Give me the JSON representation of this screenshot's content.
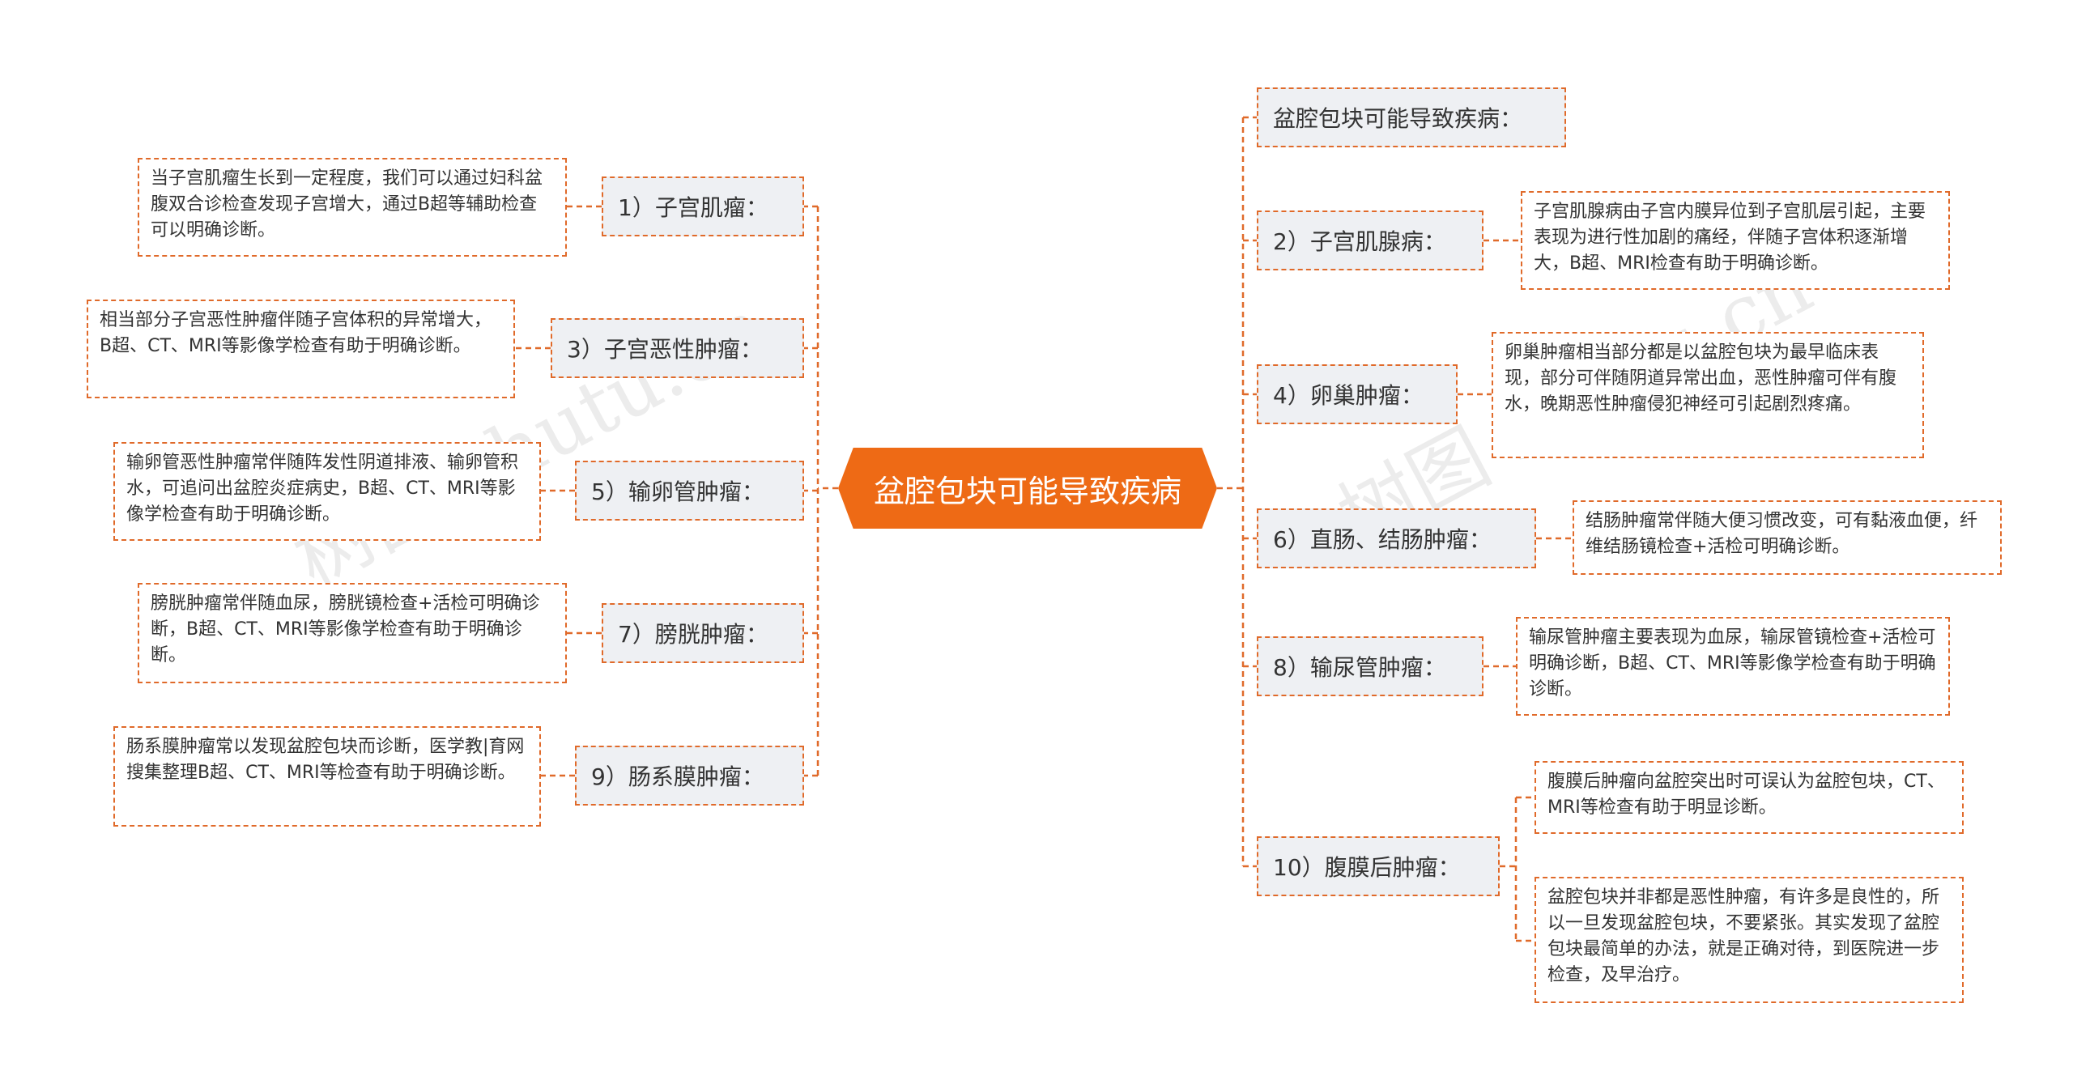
{
  "center": {
    "label": "盆腔包块可能导致疾病"
  },
  "left_branches": [
    {
      "label": "1）子宫肌瘤：",
      "desc": "当子宫肌瘤生长到一定程度，我们可以通过妇科盆腹双合诊检查发现子宫增大，通过B超等辅助检查可以明确诊断。"
    },
    {
      "label": "3）子宫恶性肿瘤：",
      "desc": "相当部分子宫恶性肿瘤伴随子宫体积的异常增大，B超、CT、MRI等影像学检查有助于明确诊断。"
    },
    {
      "label": "5）输卵管肿瘤：",
      "desc": "输卵管恶性肿瘤常伴随阵发性阴道排液、输卵管积水，可追问出盆腔炎症病史，B超、CT、MRI等影像学检查有助于明确诊断。"
    },
    {
      "label": "7）膀胱肿瘤：",
      "desc": "膀胱肿瘤常伴随血尿，膀胱镜检查+活检可明确诊断，B超、CT、MRI等影像学检查有助于明确诊断。"
    },
    {
      "label": "9）肠系膜肿瘤：",
      "desc": "肠系膜肿瘤常以发现盆腔包块而诊断，医学教|育网搜集整理B超、CT、MRI等检查有助于明确诊断。"
    }
  ],
  "right_branches": [
    {
      "label": "盆腔包块可能导致疾病："
    },
    {
      "label": "2）子宫肌腺病：",
      "desc": "子宫肌腺病由子宫内膜异位到子宫肌层引起，主要表现为进行性加剧的痛经，伴随子宫体积逐渐增大，B超、MRI检查有助于明确诊断。"
    },
    {
      "label": "4）卵巢肿瘤：",
      "desc": "卵巢肿瘤相当部分都是以盆腔包块为最早临床表现，部分可伴随阴道异常出血，恶性肿瘤可伴有腹水，晚期恶性肿瘤侵犯神经可引起剧烈疼痛。"
    },
    {
      "label": "6）直肠、结肠肿瘤：",
      "desc": "结肠肿瘤常伴随大便习惯改变，可有黏液血便，纤维结肠镜检查+活检可明确诊断。"
    },
    {
      "label": "8）输尿管肿瘤：",
      "desc": "输尿管肿瘤主要表现为血尿，输尿管镜检查+活检可明确诊断，B超、CT、MRI等影像学检查有助于明确诊断。"
    },
    {
      "label": "10）腹膜后肿瘤：",
      "desc": "腹膜后肿瘤向盆腔突出时可误认为盆腔包块，CT、MRI等检查有助于明显诊断。",
      "desc2": "盆腔包块并非都是恶性肿瘤，有许多是良性的，所以一旦发现盆腔包块，不要紧张。其实发现了盆腔包块最简单的办法，就是正确对待，到医院进一步检查，及早治疗。"
    }
  ],
  "watermarks": [
    "树图 shutu.cn",
    "树图 shutu.cn"
  ],
  "colors": {
    "accent": "#ee6a15",
    "line": "#e06a2a",
    "branch_bg": "#eef0f3"
  }
}
